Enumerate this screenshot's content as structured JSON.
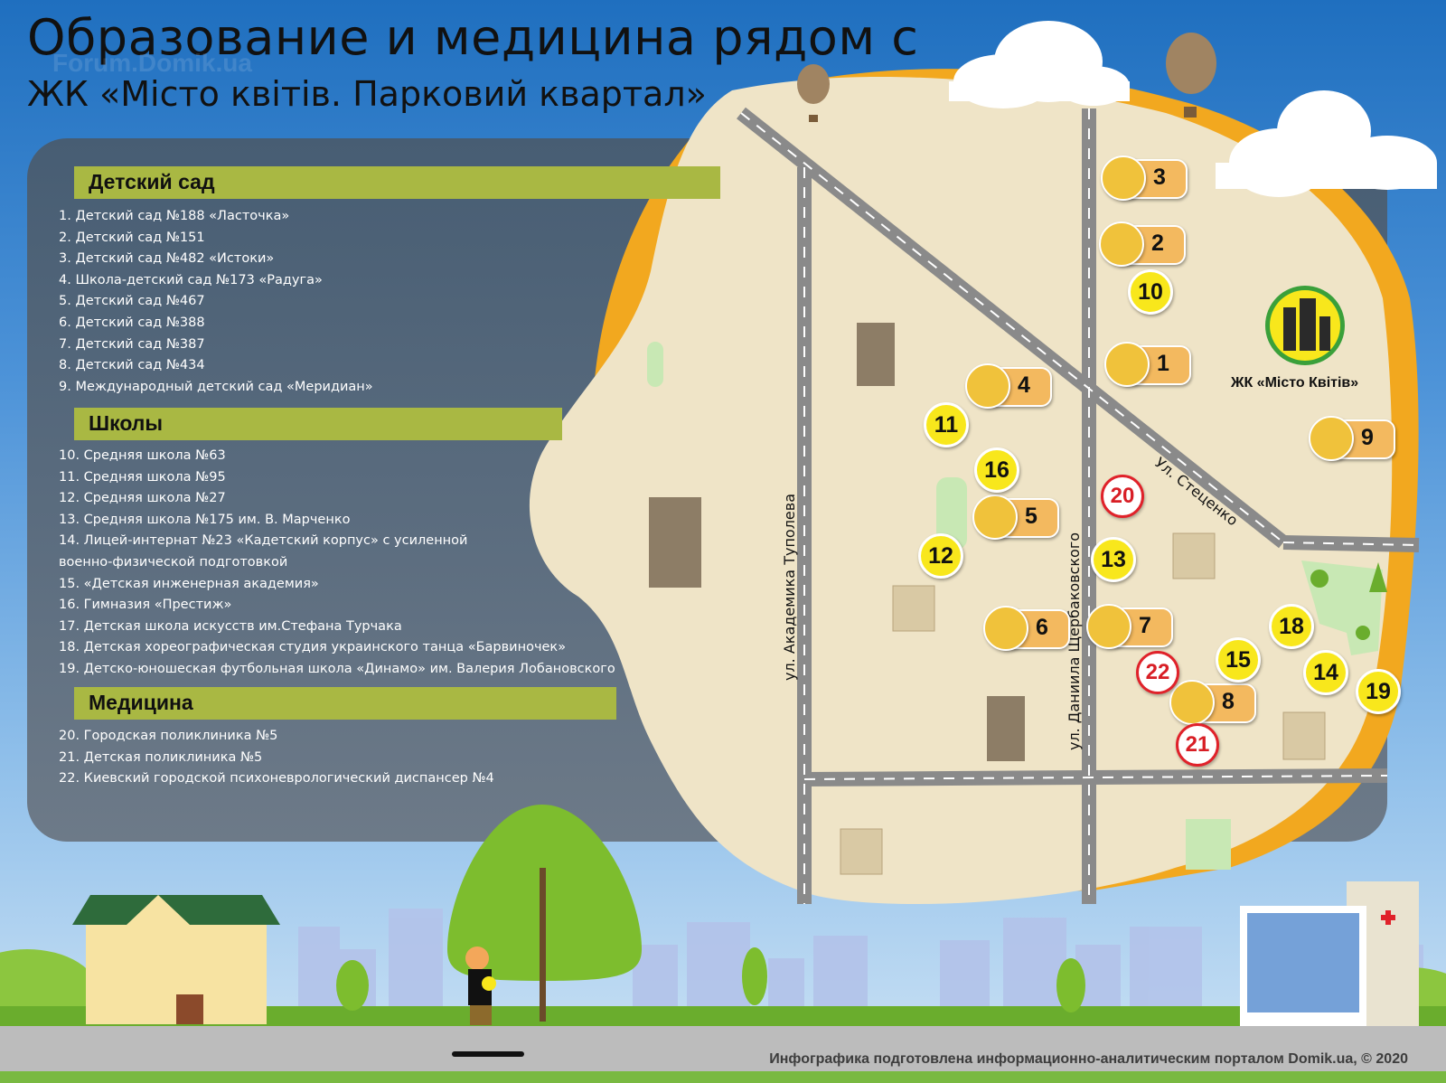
{
  "header": {
    "title_line1": "Образование и медицина рядом с",
    "title_line2": "ЖК «Місто квітів. Парковий квартал»",
    "watermark": "Forum.Domik.ua"
  },
  "legend": {
    "kindergartens": {
      "heading": "Детский сад",
      "items": [
        "1. Детский сад №188 «Ласточка»",
        "2. Детский сад №151",
        "3. Детский сад №482 «Истоки»",
        "4. Школа-детский сад №173 «Радуга»",
        "5. Детский сад №467",
        "6. Детский сад №388",
        "7. Детский сад №387",
        "8. Детский сад №434",
        "9. Международный детский сад «Меридиан»"
      ]
    },
    "schools": {
      "heading": "Школы",
      "items": [
        "10. Средняя школа №63",
        "11. Средняя школа №95",
        "12. Средняя школа №27",
        "13. Средняя школа №175 им. В. Марченко",
        "14. Лицей-интернат №23 «Кадетский корпус» с усиленной",
        "военно-физической подготовкой",
        "15. «Детская инженерная академия»",
        "16. Гимназия «Престиж»",
        "17. Детская школа искусств им.Стефана Турчака",
        "18. Детская хореографическая студия украинского танца «Барвиночек»",
        "19. Детско-юношеская футбольная школа «Динамо» им. Валерия Лобановского"
      ]
    },
    "medicine": {
      "heading": "Медицина",
      "items": [
        "20. Городская поликлиника №5",
        "21. Детская поликлиника №5",
        "22. Киевский городской психоневрологический диспансер №4"
      ]
    }
  },
  "map": {
    "streets": {
      "tupoleva": "ул. Академика Туполева",
      "scherbakovskogo": "ул. Даниила Щербаковского",
      "stetsenko": "Ул. Стеценко"
    },
    "complex_label": "ЖК «Місто Квітів»",
    "markers": {
      "kindergartens": [
        "1",
        "2",
        "3",
        "4",
        "5",
        "6",
        "7",
        "8",
        "9"
      ],
      "schools": [
        "10",
        "11",
        "12",
        "13",
        "14",
        "15",
        "16",
        "18",
        "19"
      ],
      "medicine": [
        "20",
        "21",
        "22"
      ]
    },
    "colors": {
      "kindergarten": "#f3b95f",
      "school": "#f8e71c",
      "medicine": "#e0222a",
      "map_area": "#efe4c7",
      "halo": "#f2a81f"
    }
  },
  "footer": {
    "credit": "Инфографика подготовлена информационно-аналитическим порталом Domik.ua, © 2020"
  }
}
